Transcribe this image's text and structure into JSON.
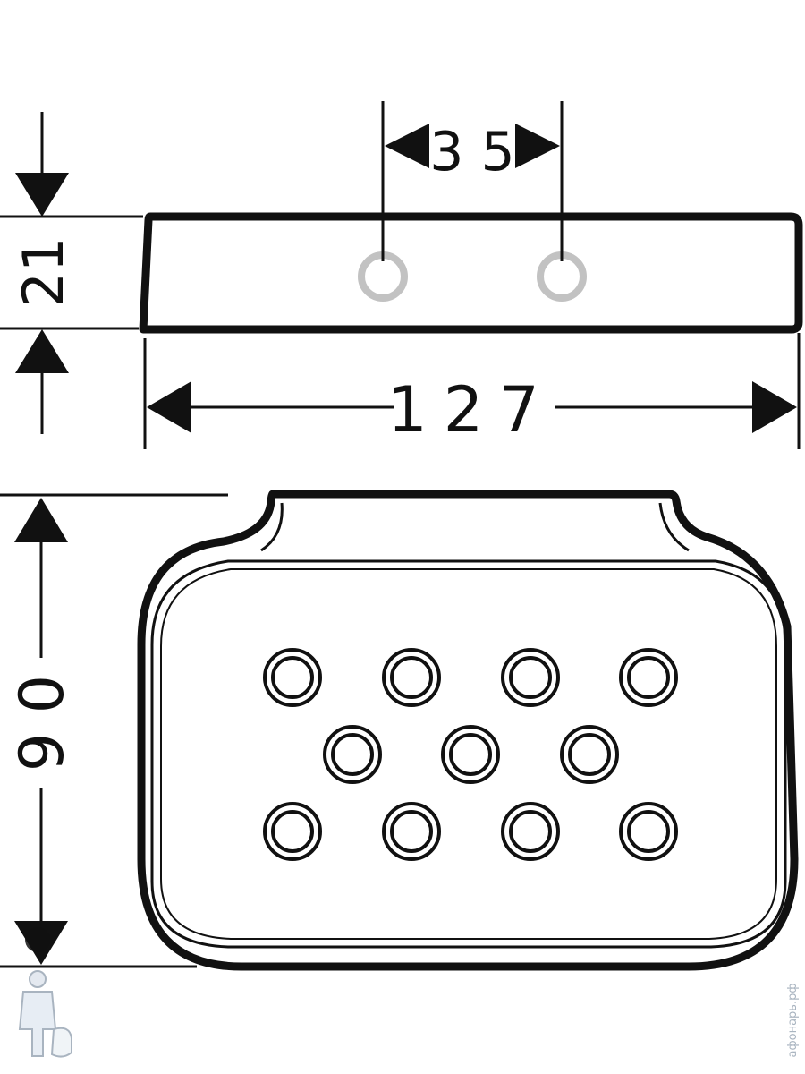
{
  "diagram": {
    "dimensions": {
      "height_side": "21",
      "hole_spacing": "3 5",
      "total_width": "127",
      "depth_top": "9 0"
    },
    "watermark": {
      "text": "афонарь.рф"
    },
    "colors": {
      "line": "#111111",
      "hole_ring": "#c2c2c2",
      "watermark": "#9aa7b5",
      "background": "#ffffff"
    }
  }
}
